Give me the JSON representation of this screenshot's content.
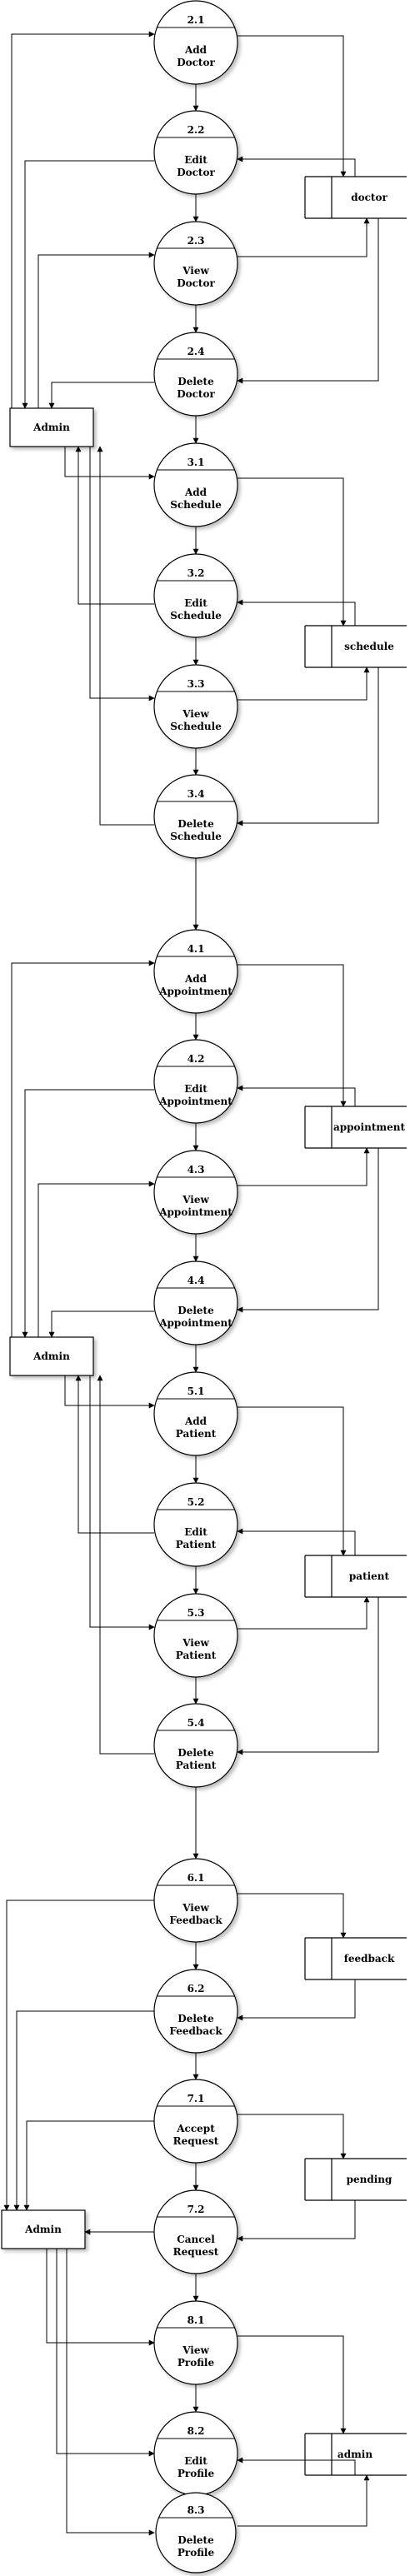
{
  "entities": [
    {
      "id": "admin1",
      "label": "Admin"
    },
    {
      "id": "admin2",
      "label": "Admin"
    },
    {
      "id": "admin3",
      "label": "Admin"
    }
  ],
  "stores": [
    {
      "id": "doctor",
      "label": "doctor"
    },
    {
      "id": "schedule",
      "label": "schedule"
    },
    {
      "id": "appointment",
      "label": "appointment"
    },
    {
      "id": "patient",
      "label": "patient"
    },
    {
      "id": "feedback",
      "label": "feedback"
    },
    {
      "id": "pending",
      "label": "pending"
    },
    {
      "id": "admin",
      "label": "admin"
    }
  ],
  "processes": [
    {
      "num": "2.1",
      "line1": "Add",
      "line2": "Doctor"
    },
    {
      "num": "2.2",
      "line1": "Edit",
      "line2": "Doctor"
    },
    {
      "num": "2.3",
      "line1": "View",
      "line2": "Doctor"
    },
    {
      "num": "2.4",
      "line1": "Delete",
      "line2": "Doctor"
    },
    {
      "num": "3.1",
      "line1": "Add",
      "line2": "Schedule"
    },
    {
      "num": "3.2",
      "line1": "Edit",
      "line2": "Schedule"
    },
    {
      "num": "3.3",
      "line1": "View",
      "line2": "Schedule"
    },
    {
      "num": "3.4",
      "line1": "Delete",
      "line2": "Schedule"
    },
    {
      "num": "4.1",
      "line1": "Add",
      "line2": "Appointment"
    },
    {
      "num": "4.2",
      "line1": "Edit",
      "line2": "Appointment"
    },
    {
      "num": "4.3",
      "line1": "View",
      "line2": "Appointment"
    },
    {
      "num": "4.4",
      "line1": "Delete",
      "line2": "Appointment"
    },
    {
      "num": "5.1",
      "line1": "Add",
      "line2": "Patient"
    },
    {
      "num": "5.2",
      "line1": "Edit",
      "line2": "Patient"
    },
    {
      "num": "5.3",
      "line1": "View",
      "line2": "Patient"
    },
    {
      "num": "5.4",
      "line1": "Delete",
      "line2": "Patient"
    },
    {
      "num": "6.1",
      "line1": "View",
      "line2": "Feedback"
    },
    {
      "num": "6.2",
      "line1": "Delete",
      "line2": "Feedback"
    },
    {
      "num": "7.1",
      "line1": "Accept",
      "line2": "Request"
    },
    {
      "num": "7.2",
      "line1": "Cancel",
      "line2": "Request"
    },
    {
      "num": "8.1",
      "line1": "View",
      "line2": "Profile"
    },
    {
      "num": "8.2",
      "line1": "Edit",
      "line2": "Profile"
    },
    {
      "num": "8.3",
      "line1": "Delete",
      "line2": "Profile"
    }
  ]
}
